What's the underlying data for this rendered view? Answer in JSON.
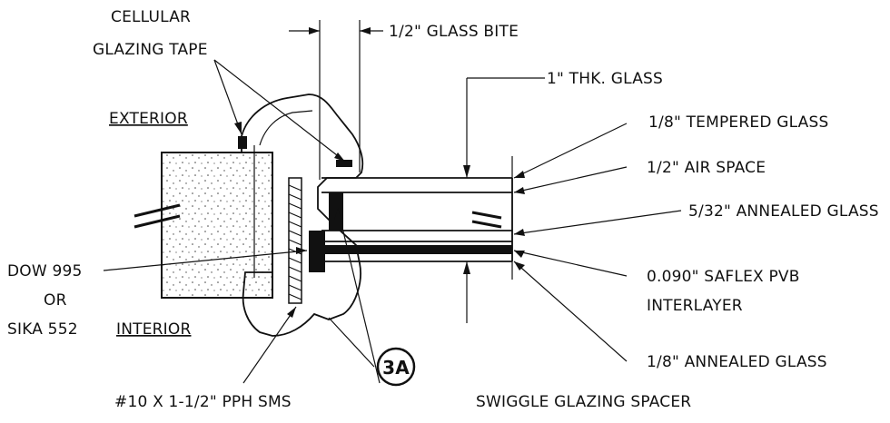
{
  "labels": {
    "cellular_tape_line1": "CELLULAR",
    "cellular_tape_line2": "GLAZING TAPE",
    "glass_bite": "1/2\" GLASS BITE",
    "thk_glass": "1\" THK. GLASS",
    "exterior": "EXTERIOR",
    "interior": "INTERIOR",
    "tempered": "1/8\" TEMPERED GLASS",
    "air_space": "1/2\" AIR SPACE",
    "annealed_532": "5/32\" ANNEALED GLASS",
    "pvb_line1": "0.090\" SAFLEX PVB",
    "pvb_line2": "INTERLAYER",
    "annealed_18": "1/8\" ANNEALED GLASS",
    "dow_line1": "DOW 995",
    "dow_line2": "OR",
    "dow_line3": "SIKA 552",
    "screw": "#10 X 1-1/2\" PPH SMS",
    "spacer": "SWIGGLE GLAZING SPACER",
    "detail_tag": "3A"
  }
}
